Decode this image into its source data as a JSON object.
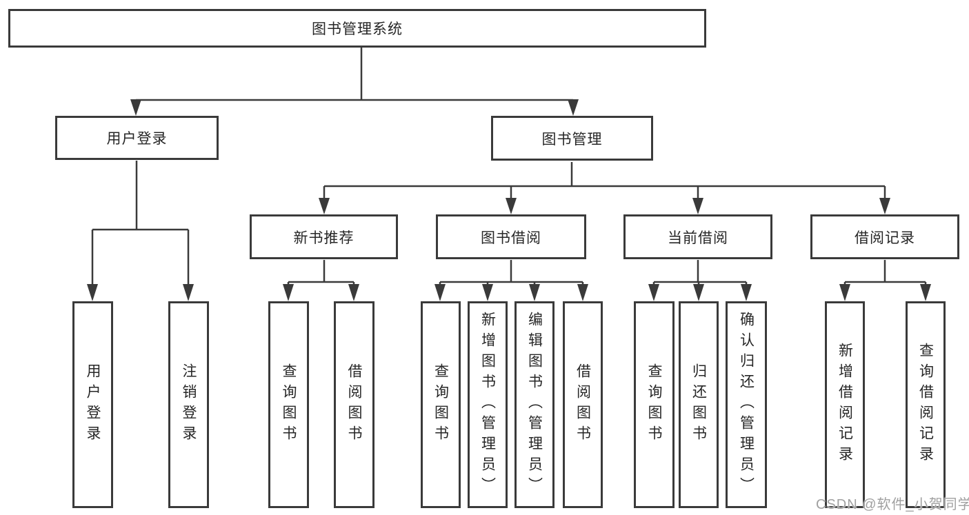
{
  "diagram": {
    "root": {
      "label": "图书管理系统"
    },
    "level2": [
      {
        "label": "用户登录",
        "parent": "图书管理系统"
      },
      {
        "label": "图书管理",
        "parent": "图书管理系统"
      }
    ],
    "level3": [
      {
        "label": "新书推荐",
        "parent": "图书管理"
      },
      {
        "label": "图书借阅",
        "parent": "图书管理"
      },
      {
        "label": "当前借阅",
        "parent": "图书管理"
      },
      {
        "label": "借阅记录",
        "parent": "图书管理"
      }
    ],
    "leaves": [
      {
        "label": "用户登录",
        "parent": "用户登录"
      },
      {
        "label": "注销登录",
        "parent": "用户登录"
      },
      {
        "label": "查询图书",
        "parent": "新书推荐"
      },
      {
        "label": "借阅图书",
        "parent": "新书推荐"
      },
      {
        "label": "查询图书",
        "parent": "图书借阅"
      },
      {
        "label": "新增图书（管理员）",
        "parent": "图书借阅"
      },
      {
        "label": "编辑图书（管理员）",
        "parent": "图书借阅"
      },
      {
        "label": "借阅图书",
        "parent": "图书借阅"
      },
      {
        "label": "查询图书",
        "parent": "当前借阅"
      },
      {
        "label": "归还图书",
        "parent": "当前借阅"
      },
      {
        "label": "确认归还（管理员）",
        "parent": "当前借阅"
      },
      {
        "label": "新增借阅记录",
        "parent": "借阅记录"
      },
      {
        "label": "查询借阅记录",
        "parent": "借阅记录"
      }
    ]
  },
  "watermark": {
    "text": "CSDN @软件_小贺同学"
  },
  "colors": {
    "line": "#3a3a3a",
    "text": "#262626",
    "background": "#ffffff",
    "watermark": "#a0a0a0"
  }
}
